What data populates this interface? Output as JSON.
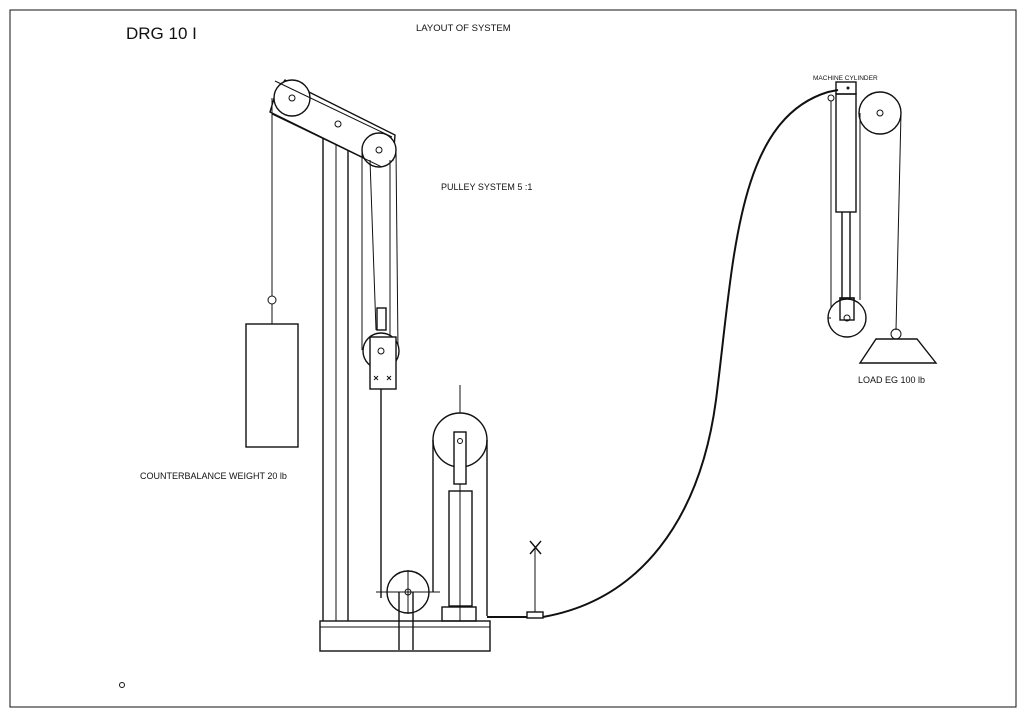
{
  "drawing": {
    "number": "DRG 10 I",
    "title": "LAYOUT OF SYSTEM",
    "labels": {
      "pulley_system": "PULLEY SYSTEM 5 :1",
      "counterbalance": "COUNTERBALANCE WEIGHT 20 lb",
      "machine_cylinder": "MACHINE CYLINDER",
      "load": "LOAD EG 100 lb"
    }
  }
}
